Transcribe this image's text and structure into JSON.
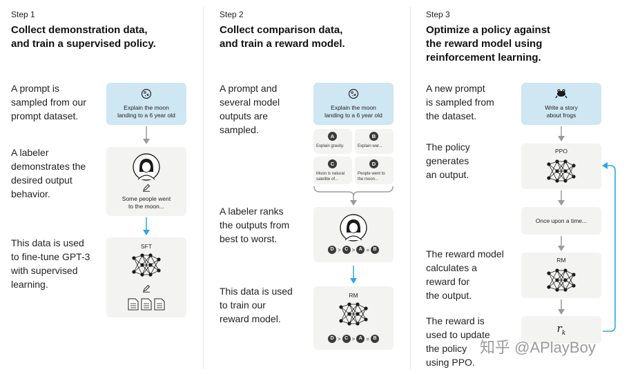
{
  "steps": [
    {
      "step_label": "Step 1",
      "title": "Collect demonstration data,\nand train a supervised policy.",
      "descriptions": [
        "A prompt is\nsampled from our\nprompt dataset.",
        "A labeler\ndemonstrates the\ndesired output\nbehavior.",
        "This data is used\nto fine-tune GPT-3\nwith supervised\nlearning."
      ],
      "prompt_card": "Explain the moon\nlanding to a 6 year old",
      "demo_text": "Some people went\nto the moon...",
      "model_label": "SFT"
    },
    {
      "step_label": "Step 2",
      "title": "Collect comparison data,\nand train a reward model.",
      "descriptions": [
        "A prompt and\nseveral model\noutputs are\nsampled.",
        "A labeler ranks\nthe outputs from\nbest to worst.",
        "This data is used\nto train our\nreward model."
      ],
      "prompt_card": "Explain the moon\nlanding to a 6 year old",
      "outputs": [
        {
          "letter": "A",
          "text": "Explain gravity."
        },
        {
          "letter": "B",
          "text": "Explain war..."
        },
        {
          "letter": "C",
          "text": "Moon is natural\nsatellite of..."
        },
        {
          "letter": "D",
          "text": "People went to\nthe moon..."
        }
      ],
      "ranking": {
        "first": "D",
        "second": "C",
        "third": "A",
        "fourth": "B",
        "gt": ">",
        "eq": "="
      },
      "model_label": "RM"
    },
    {
      "step_label": "Step 3",
      "title": "Optimize a policy against\nthe reward model using\nreinforcement learning.",
      "descriptions": [
        "A new prompt\nis sampled from\nthe dataset.",
        "The policy\ngenerates\nan output.",
        "The reward model\ncalculates a\nreward for\nthe output.",
        "The reward is\nused to update\nthe policy\nusing PPO."
      ],
      "prompt_card": "Write a story\nabout frogs",
      "policy_label": "PPO",
      "output_text": "Once upon a time...",
      "model_label": "RM",
      "reward_symbol": "r",
      "reward_subscript": "k"
    }
  ],
  "watermark": "知乎 @APlayBoy",
  "colors": {
    "card": "#f3f3f1",
    "prompt_card": "#cfe6f3",
    "arrow_gray": "#9a9a9a",
    "arrow_blue": "#29a8e0"
  },
  "icons": [
    "moon-icon",
    "labeler-avatar-icon",
    "pencil-icon",
    "document-icon",
    "neural-network-icon",
    "frog-icon",
    "loop-arrow-icon"
  ]
}
